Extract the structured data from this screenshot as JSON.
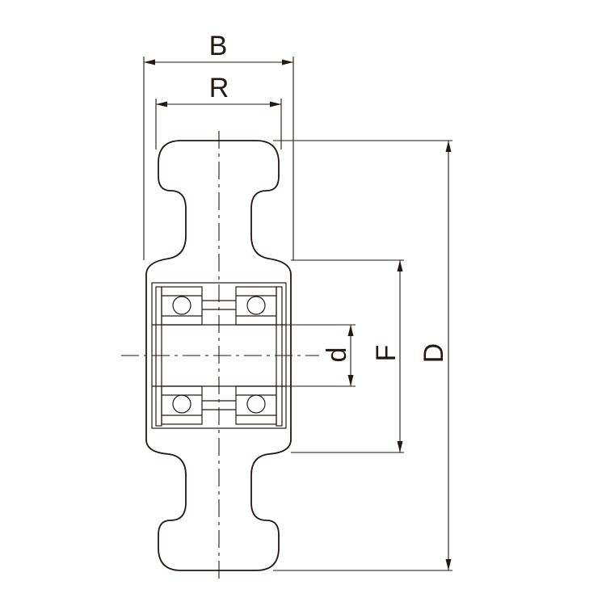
{
  "diagram": {
    "labels": {
      "B": "B",
      "R": "R",
      "d": "d",
      "F": "F",
      "D": "D"
    }
  }
}
